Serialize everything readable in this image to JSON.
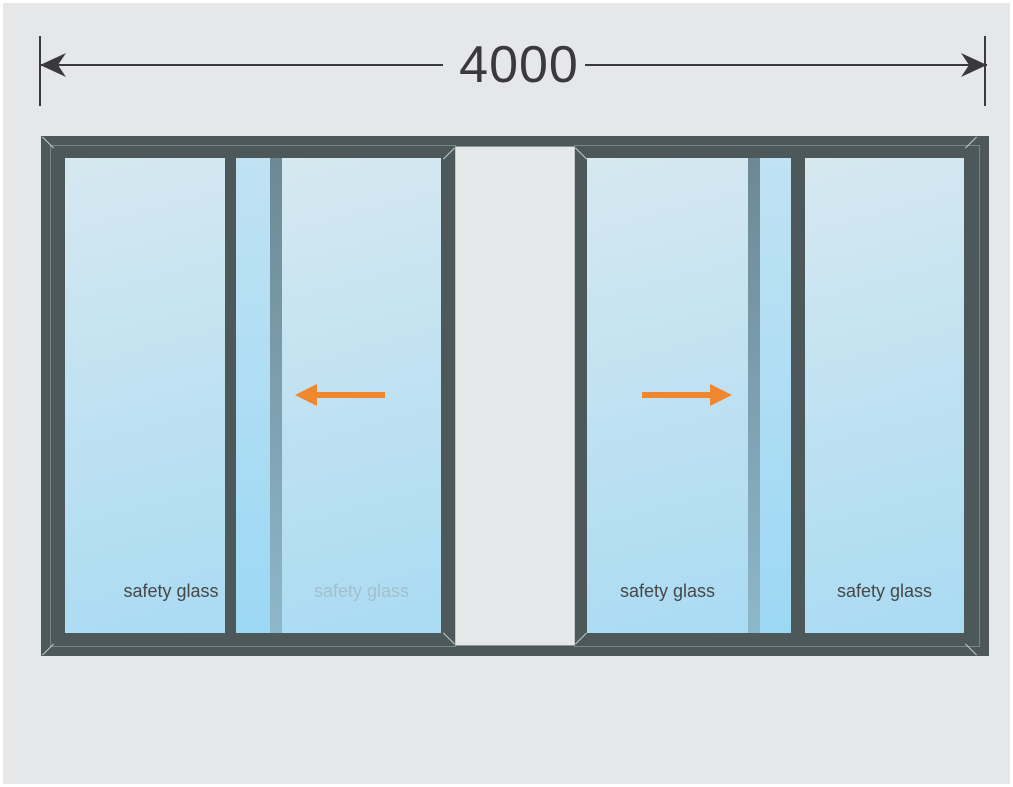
{
  "dimension": {
    "width_label": "4000"
  },
  "window": {
    "type": "4-panel sliding door, centre opening",
    "panels": [
      {
        "name": "left-fixed",
        "glass_label": "safety glass",
        "slide_direction": "none",
        "label_muted": false
      },
      {
        "name": "left-slider",
        "glass_label": "safety glass",
        "slide_direction": "left",
        "label_muted": true
      },
      {
        "name": "right-slider",
        "glass_label": "safety glass",
        "slide_direction": "right",
        "label_muted": false
      },
      {
        "name": "right-fixed",
        "glass_label": "safety glass",
        "slide_direction": "none",
        "label_muted": false
      }
    ],
    "icons": [
      "slide-left-arrow-icon",
      "slide-right-arrow-icon",
      "dimension-arrowhead-icon"
    ]
  },
  "colors": {
    "bg": "#e6e7e9",
    "frame": "#4c585a",
    "frame-light": "#8e989a",
    "glass-top": "#d6e8f0",
    "glass-bottom": "#a9dbf3",
    "overlap-top": "#c0e2f3",
    "overlap-bottom": "#9cd8f4",
    "muted-stile-top": "#6d8894",
    "muted-stile-bottom": "#8db7ca",
    "arrow": "#f0862e",
    "label": "#474747",
    "label-muted": "#a3bfcc",
    "dim": "#3a3a3c"
  }
}
